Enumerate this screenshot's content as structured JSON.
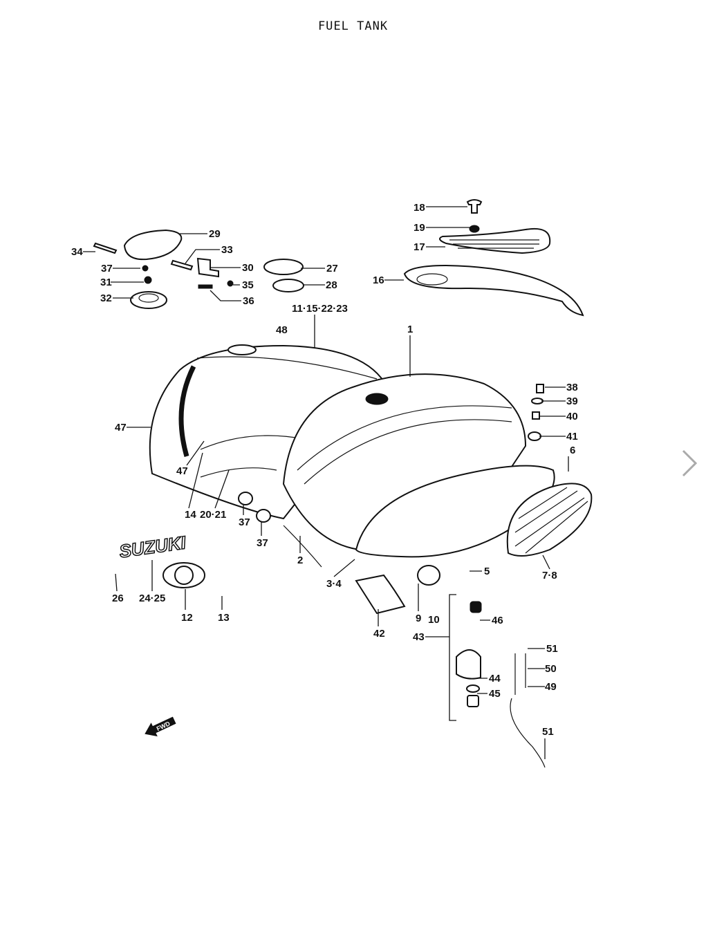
{
  "title": "FUEL TANK",
  "logo_text": "SUZUKI",
  "fwd_text": "FWD",
  "labels": [
    "18",
    "19",
    "17",
    "16",
    "29",
    "34",
    "33",
    "37",
    "30",
    "27",
    "31",
    "35",
    "28",
    "32",
    "36",
    "11·15·22·23",
    "48",
    "1",
    "38",
    "39",
    "40",
    "41",
    "6",
    "47",
    "47",
    "14",
    "20·21",
    "37",
    "37",
    "2",
    "3·4",
    "5",
    "7·8",
    "26",
    "24·25",
    "12",
    "13",
    "42",
    "9",
    "10",
    "43",
    "46",
    "44",
    "45",
    "51",
    "50",
    "49",
    "51"
  ],
  "nav": {
    "next_icon": "chevron-right-icon"
  }
}
